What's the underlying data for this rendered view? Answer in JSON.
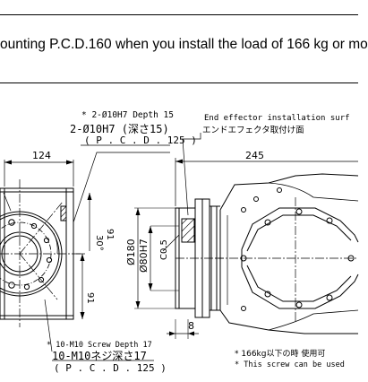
{
  "banner": {
    "text": "ounting P.C.D.160 when you install the load of 166 kg or mo"
  },
  "notes": {
    "hole_depth_en": "* 2-Ø10H7 Depth 15",
    "hole_depth_jp": "2-Ø10H7 (深さ15)",
    "hole_pcd": "( P . C . D . 125 )",
    "end_effector_en": "End effector installation surf",
    "end_effector_jp": "エンドエフェクタ取付け面",
    "screw_en": "* 10-M10 Screw Depth 17",
    "screw_jp": "10-M10ネジ深さ17",
    "screw_pcd": "( P . C . D . 125 )",
    "load_jp": "*  166kg以下の時  使用可",
    "load_en": "*  This screw can be used"
  },
  "dimensions": {
    "d124": "124",
    "d245": "245",
    "d180": "Ø180",
    "d80h7": "Ø80H7",
    "c05": "C0.5",
    "d30": "30°",
    "d91a": "91",
    "d91b": "91",
    "d8": "8"
  }
}
